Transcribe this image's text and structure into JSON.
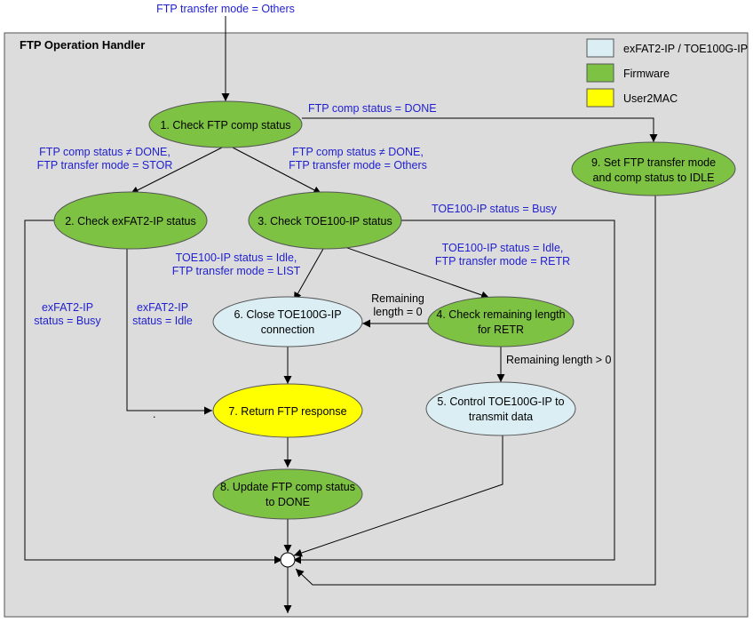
{
  "top_condition": "FTP transfer mode = Others",
  "title": "FTP Operation Handler",
  "legend": [
    {
      "label": "exFAT2-IP / TOE100G-IP",
      "color": "#daeef3"
    },
    {
      "label": "Firmware",
      "color": "#7dc242"
    },
    {
      "label": "User2MAC",
      "color": "#ffff00"
    }
  ],
  "nodes": {
    "n1": [
      "1. Check FTP comp status"
    ],
    "n2": [
      "2. Check exFAT2-IP status"
    ],
    "n3": [
      "3. Check TOE100-IP status"
    ],
    "n4": [
      "4. Check remaining length",
      "for RETR"
    ],
    "n5": [
      "5. Control TOE100G-IP to",
      "transmit data"
    ],
    "n6": [
      "6. Close TOE100G-IP",
      "connection"
    ],
    "n7": [
      "7. Return FTP response"
    ],
    "n8": [
      "8. Update FTP comp status",
      "to DONE"
    ],
    "n9": [
      "9. Set FTP transfer mode",
      "and comp status to IDLE"
    ]
  },
  "conditions": {
    "c_done": [
      "FTP comp status = DONE"
    ],
    "c_stor": [
      "FTP comp status ≠ DONE,",
      "FTP transfer mode = STOR"
    ],
    "c_others": [
      "FTP comp status ≠ DONE,",
      "FTP transfer mode = Others"
    ],
    "c_busy": [
      "TOE100-IP status = Busy"
    ],
    "c_list": [
      "TOE100-IP status = Idle,",
      "FTP transfer mode = LIST"
    ],
    "c_retr": [
      "TOE100-IP status = Idle,",
      "FTP transfer mode = RETR"
    ],
    "c_exbusy": [
      "exFAT2-IP",
      "status = Busy"
    ],
    "c_exidle": [
      "exFAT2-IP",
      "status = Idle"
    ],
    "c_rem0": [
      "Remaining",
      "length = 0"
    ],
    "c_remgt0": [
      "Remaining length > 0"
    ]
  }
}
